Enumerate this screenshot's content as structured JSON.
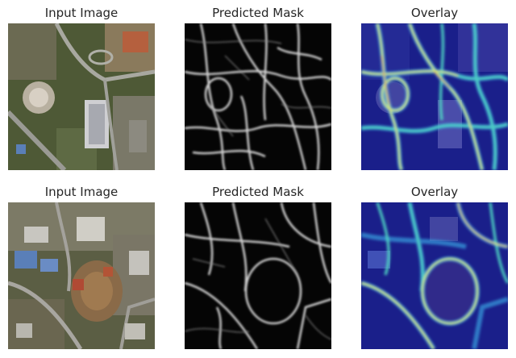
{
  "figure": {
    "rows": [
      {
        "panels": [
          {
            "title": "Input Image",
            "kind": "input"
          },
          {
            "title": "Predicted Mask",
            "kind": "mask"
          },
          {
            "title": "Overlay",
            "kind": "overlay"
          }
        ]
      },
      {
        "panels": [
          {
            "title": "Input Image",
            "kind": "input"
          },
          {
            "title": "Predicted Mask",
            "kind": "mask"
          },
          {
            "title": "Overlay",
            "kind": "overlay"
          }
        ]
      }
    ]
  },
  "colors": {
    "title_text": "#262626",
    "mask_background": "#050505",
    "mask_line": "#f0f0f0",
    "overlay_background": "#1a1f8a",
    "overlay_line_core": "#f6e84a",
    "overlay_line_mid": "#4fd6c4",
    "overlay_line_outer": "#3aa0e0",
    "terrain_green": "#4c5a36",
    "terrain_brown": "#8a7a5c",
    "road_gray": "#9a9a94",
    "roof_red": "#a85a3c",
    "roof_blue": "#5a7fb8"
  }
}
